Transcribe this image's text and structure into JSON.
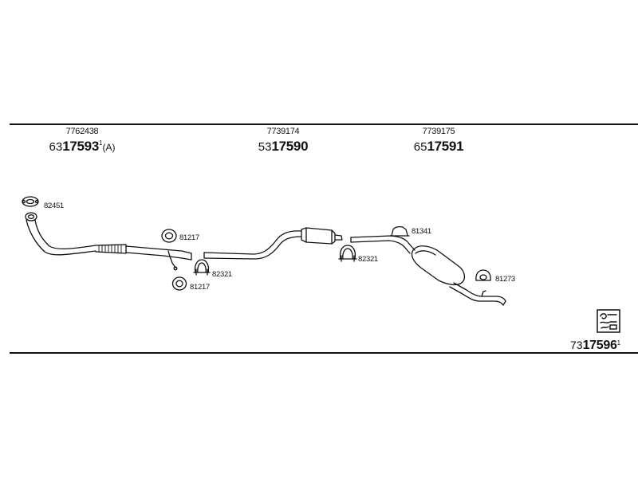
{
  "parts": [
    {
      "oe_number": "7762438",
      "prefix": "63",
      "number": "17593",
      "sup": "1",
      "suffix": "(A)"
    },
    {
      "oe_number": "7739174",
      "prefix": "53",
      "number": "17590",
      "sup": "",
      "suffix": ""
    },
    {
      "oe_number": "7739175",
      "prefix": "65",
      "number": "17591",
      "sup": "",
      "suffix": ""
    }
  ],
  "callouts": {
    "gasket_front": "82451",
    "ring_upper": "81217",
    "clamp_front": "82321",
    "ring_lower": "81217",
    "clamp_mid": "82321",
    "hanger_mid": "81341",
    "ring_rear": "81273"
  },
  "kit": {
    "prefix": "73",
    "number": "17596",
    "sup": "1",
    "icon": "exhaust-kit-icon"
  }
}
